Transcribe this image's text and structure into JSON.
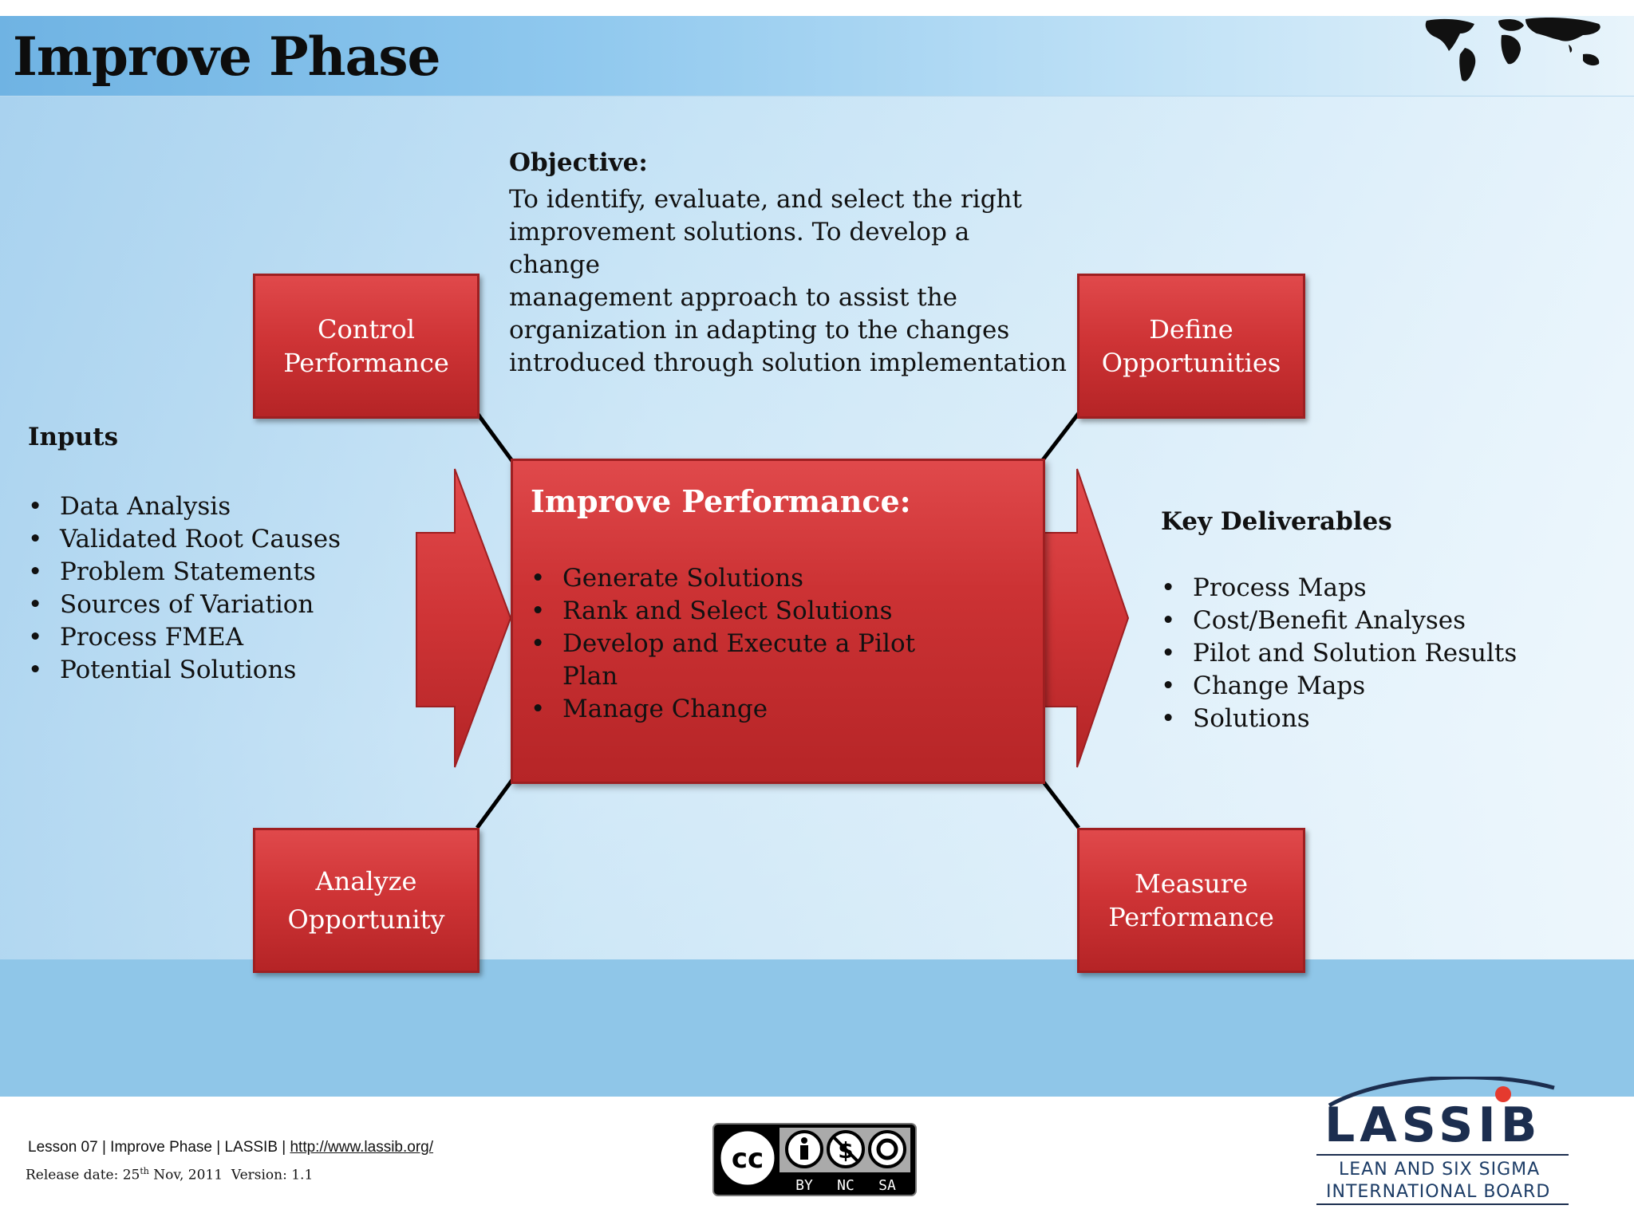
{
  "slide": {
    "title": "Improve Phase"
  },
  "objective": {
    "heading": "Objective:",
    "lines": [
      "To identify, evaluate, and select the right",
      "improvement solutions. To develop a change",
      "management approach to assist the",
      "organization in adapting to the changes",
      "introduced through solution implementation"
    ]
  },
  "boxes": {
    "control": [
      "Control",
      "Performance"
    ],
    "define": [
      "Define",
      "Opportunities"
    ],
    "analyze": [
      "Analyze",
      "Opportunity"
    ],
    "measure": [
      "Measure",
      "Performance"
    ]
  },
  "center": {
    "title": "Improve Performance:",
    "items": [
      "Generate Solutions",
      "Rank and Select Solutions",
      "Develop and Execute a Pilot Plan",
      "Manage Change"
    ]
  },
  "inputs": {
    "heading": "Inputs",
    "items": [
      "Data Analysis",
      "Validated Root Causes",
      "Problem Statements",
      "Sources of Variation",
      "Process FMEA",
      "Potential Solutions"
    ]
  },
  "deliverables": {
    "heading": "Key Deliverables",
    "items": [
      "Process Maps",
      "Cost/Benefit Analyses",
      "Pilot and Solution Results",
      "Change Maps",
      "Solutions"
    ]
  },
  "footer": {
    "lesson": "Lesson 07 | Improve Phase | LASSIB | ",
    "link": "http://www.lassib.org/",
    "release_prefix": "Release date: 25",
    "release_sup": "th",
    "release_suffix": " Nov, 2011  Version: 1.1",
    "cc_labels": [
      "BY",
      "NC",
      "SA"
    ],
    "cc_mark": "cc"
  },
  "logo": {
    "name": "LASSIB",
    "line1": "LEAN AND SIX SIGMA",
    "line2": "INTERNATIONAL BOARD"
  },
  "colors": {
    "box_red": "#cf3436",
    "title_bar": "#8fc8ee",
    "lower_band": "#8fc6e8",
    "logo_navy": "#1c2e4f"
  },
  "icons": [
    "world-map-icon",
    "right-arrow-icon",
    "creative-commons-icon",
    "lassib-logo"
  ]
}
